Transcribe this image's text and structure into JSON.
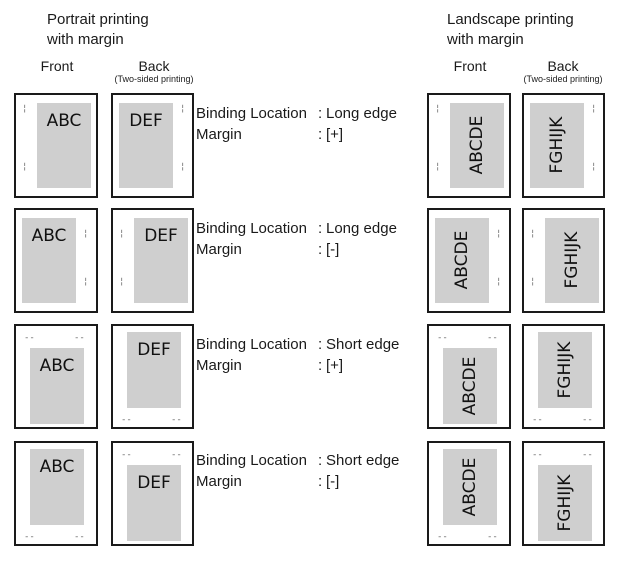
{
  "headers": {
    "portrait_title": [
      "Portrait printing",
      "with margin"
    ],
    "landscape_title": [
      "Landscape printing",
      "with margin"
    ],
    "front": "Front",
    "back": "Back",
    "back_note": "(Two-sided printing)"
  },
  "labels": {
    "binding": "Binding Location",
    "margin": "Margin",
    "sep": ":"
  },
  "rows": [
    {
      "binding": "Long edge",
      "margin": "[+]"
    },
    {
      "binding": "Long edge",
      "margin": "[-]"
    },
    {
      "binding": "Short edge",
      "margin": "[+]"
    },
    {
      "binding": "Short edge",
      "margin": "[-]"
    }
  ],
  "sample_text": {
    "portrait_front": "ABC",
    "portrait_back": "DEF",
    "landscape_front": "ABCDE",
    "landscape_back": "FGHIJK"
  }
}
